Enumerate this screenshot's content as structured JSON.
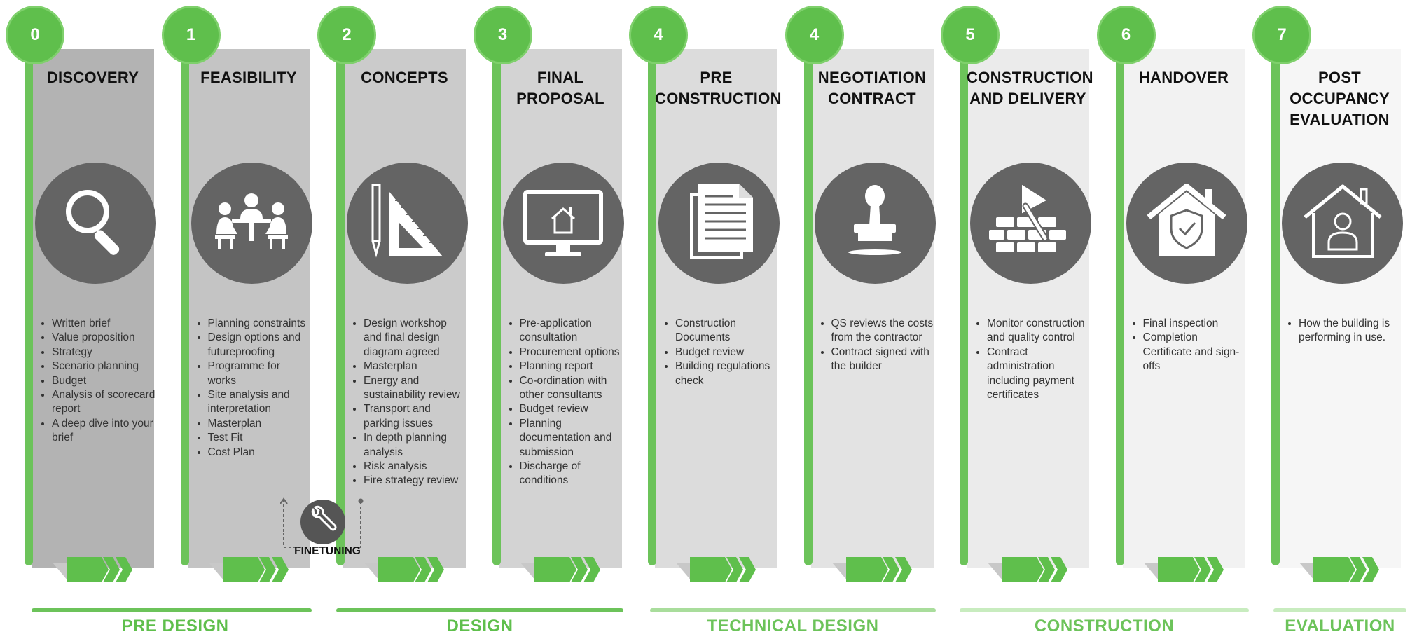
{
  "colors": {
    "accent_green": "#5fbf4c",
    "bar_green": "#6cc35a",
    "circle_gray": "#646464",
    "phase_light": "#a9dd9c",
    "phase_lighter": "#c8ecbf"
  },
  "stages": [
    {
      "number": "0",
      "title": "DISCOVERY",
      "icon": "magnifier-icon",
      "panel_color": "#b3b3b3",
      "bullets": [
        "Written brief",
        "Value proposition",
        "Strategy",
        "Scenario planning",
        "Budget",
        "Analysis of scorecard report",
        "A deep dive into your brief"
      ]
    },
    {
      "number": "1",
      "title": "FEASIBILITY",
      "icon": "meeting-icon",
      "panel_color": "#c4c4c4",
      "bullets": [
        "Planning constraints",
        "Design options and futureproofing",
        "Programme for works",
        "Site analysis and interpretation",
        "Masterplan",
        "Test Fit",
        "Cost Plan"
      ]
    },
    {
      "number": "2",
      "title": "CONCEPTS",
      "icon": "drafting-tools-icon",
      "panel_color": "#cbcbcb",
      "bullets": [
        "Design workshop and final design diagram agreed",
        "Masterplan",
        "Energy and sustainability review",
        "Transport and parking issues",
        "In depth planning analysis",
        "Risk analysis",
        "Fire strategy review"
      ]
    },
    {
      "number": "3",
      "title": "FINAL PROPOSAL",
      "icon": "monitor-house-icon",
      "panel_color": "#d3d3d3",
      "bullets": [
        "Pre-application consultation",
        "Procurement options",
        "Planning report",
        "Co-ordination with other consultants",
        "Budget review",
        "Planning documentation and submission",
        "Discharge of conditions"
      ]
    },
    {
      "number": "4",
      "title": "PRE CONSTRUCTION",
      "icon": "documents-icon",
      "panel_color": "#dcdcdc",
      "bullets": [
        "Construction Documents",
        "Budget review",
        "Building regulations check"
      ]
    },
    {
      "number": "4",
      "title": "NEGOTIATION CONTRACT",
      "icon": "stamp-icon",
      "panel_color": "#e3e3e3",
      "bullets": [
        "QS reviews the costs from the contractor",
        "Contract signed with the builder"
      ]
    },
    {
      "number": "5",
      "title": "CONSTRUCTION AND DELIVERY",
      "icon": "bricks-trowel-icon",
      "panel_color": "#ebebeb",
      "bullets": [
        "Monitor construction and quality control",
        "Contract administration including payment certificates"
      ]
    },
    {
      "number": "6",
      "title": "HANDOVER",
      "icon": "house-shield-icon",
      "panel_color": "#f2f2f2",
      "bullets": [
        "Final inspection",
        "Completion Certificate and sign-offs"
      ]
    },
    {
      "number": "7",
      "title": "POST OCCUPANCY EVALUATION",
      "icon": "house-person-icon",
      "panel_color": "#f6f6f6",
      "bullets": [
        "How the building is performing in use."
      ]
    }
  ],
  "finetuning": {
    "label": "FINETUNING",
    "icon": "wrench-icon"
  },
  "phases": [
    {
      "label": "PRE DESIGN",
      "line_color": "#6cc35a",
      "label_color": "#5fbf4c"
    },
    {
      "label": "DESIGN",
      "line_color": "#6cc35a",
      "label_color": "#5fbf4c"
    },
    {
      "label": "TECHNICAL DESIGN",
      "line_color": "#a9dd9c",
      "label_color": "#6cc35a"
    },
    {
      "label": "CONSTRUCTION",
      "line_color": "#c8ecbf",
      "label_color": "#6cc35a"
    },
    {
      "label": "EVALUATION",
      "line_color": "#c8ecbf",
      "label_color": "#6cc35a"
    }
  ]
}
